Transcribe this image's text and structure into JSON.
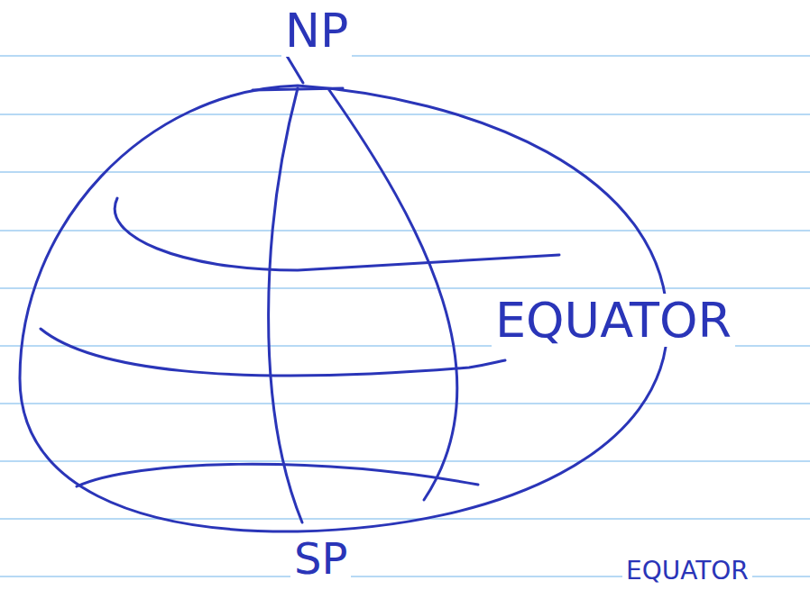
{
  "diagram": {
    "labels": [
      "NP",
      "EQUATOR",
      "SP",
      "EQUATOR"
    ]
  }
}
